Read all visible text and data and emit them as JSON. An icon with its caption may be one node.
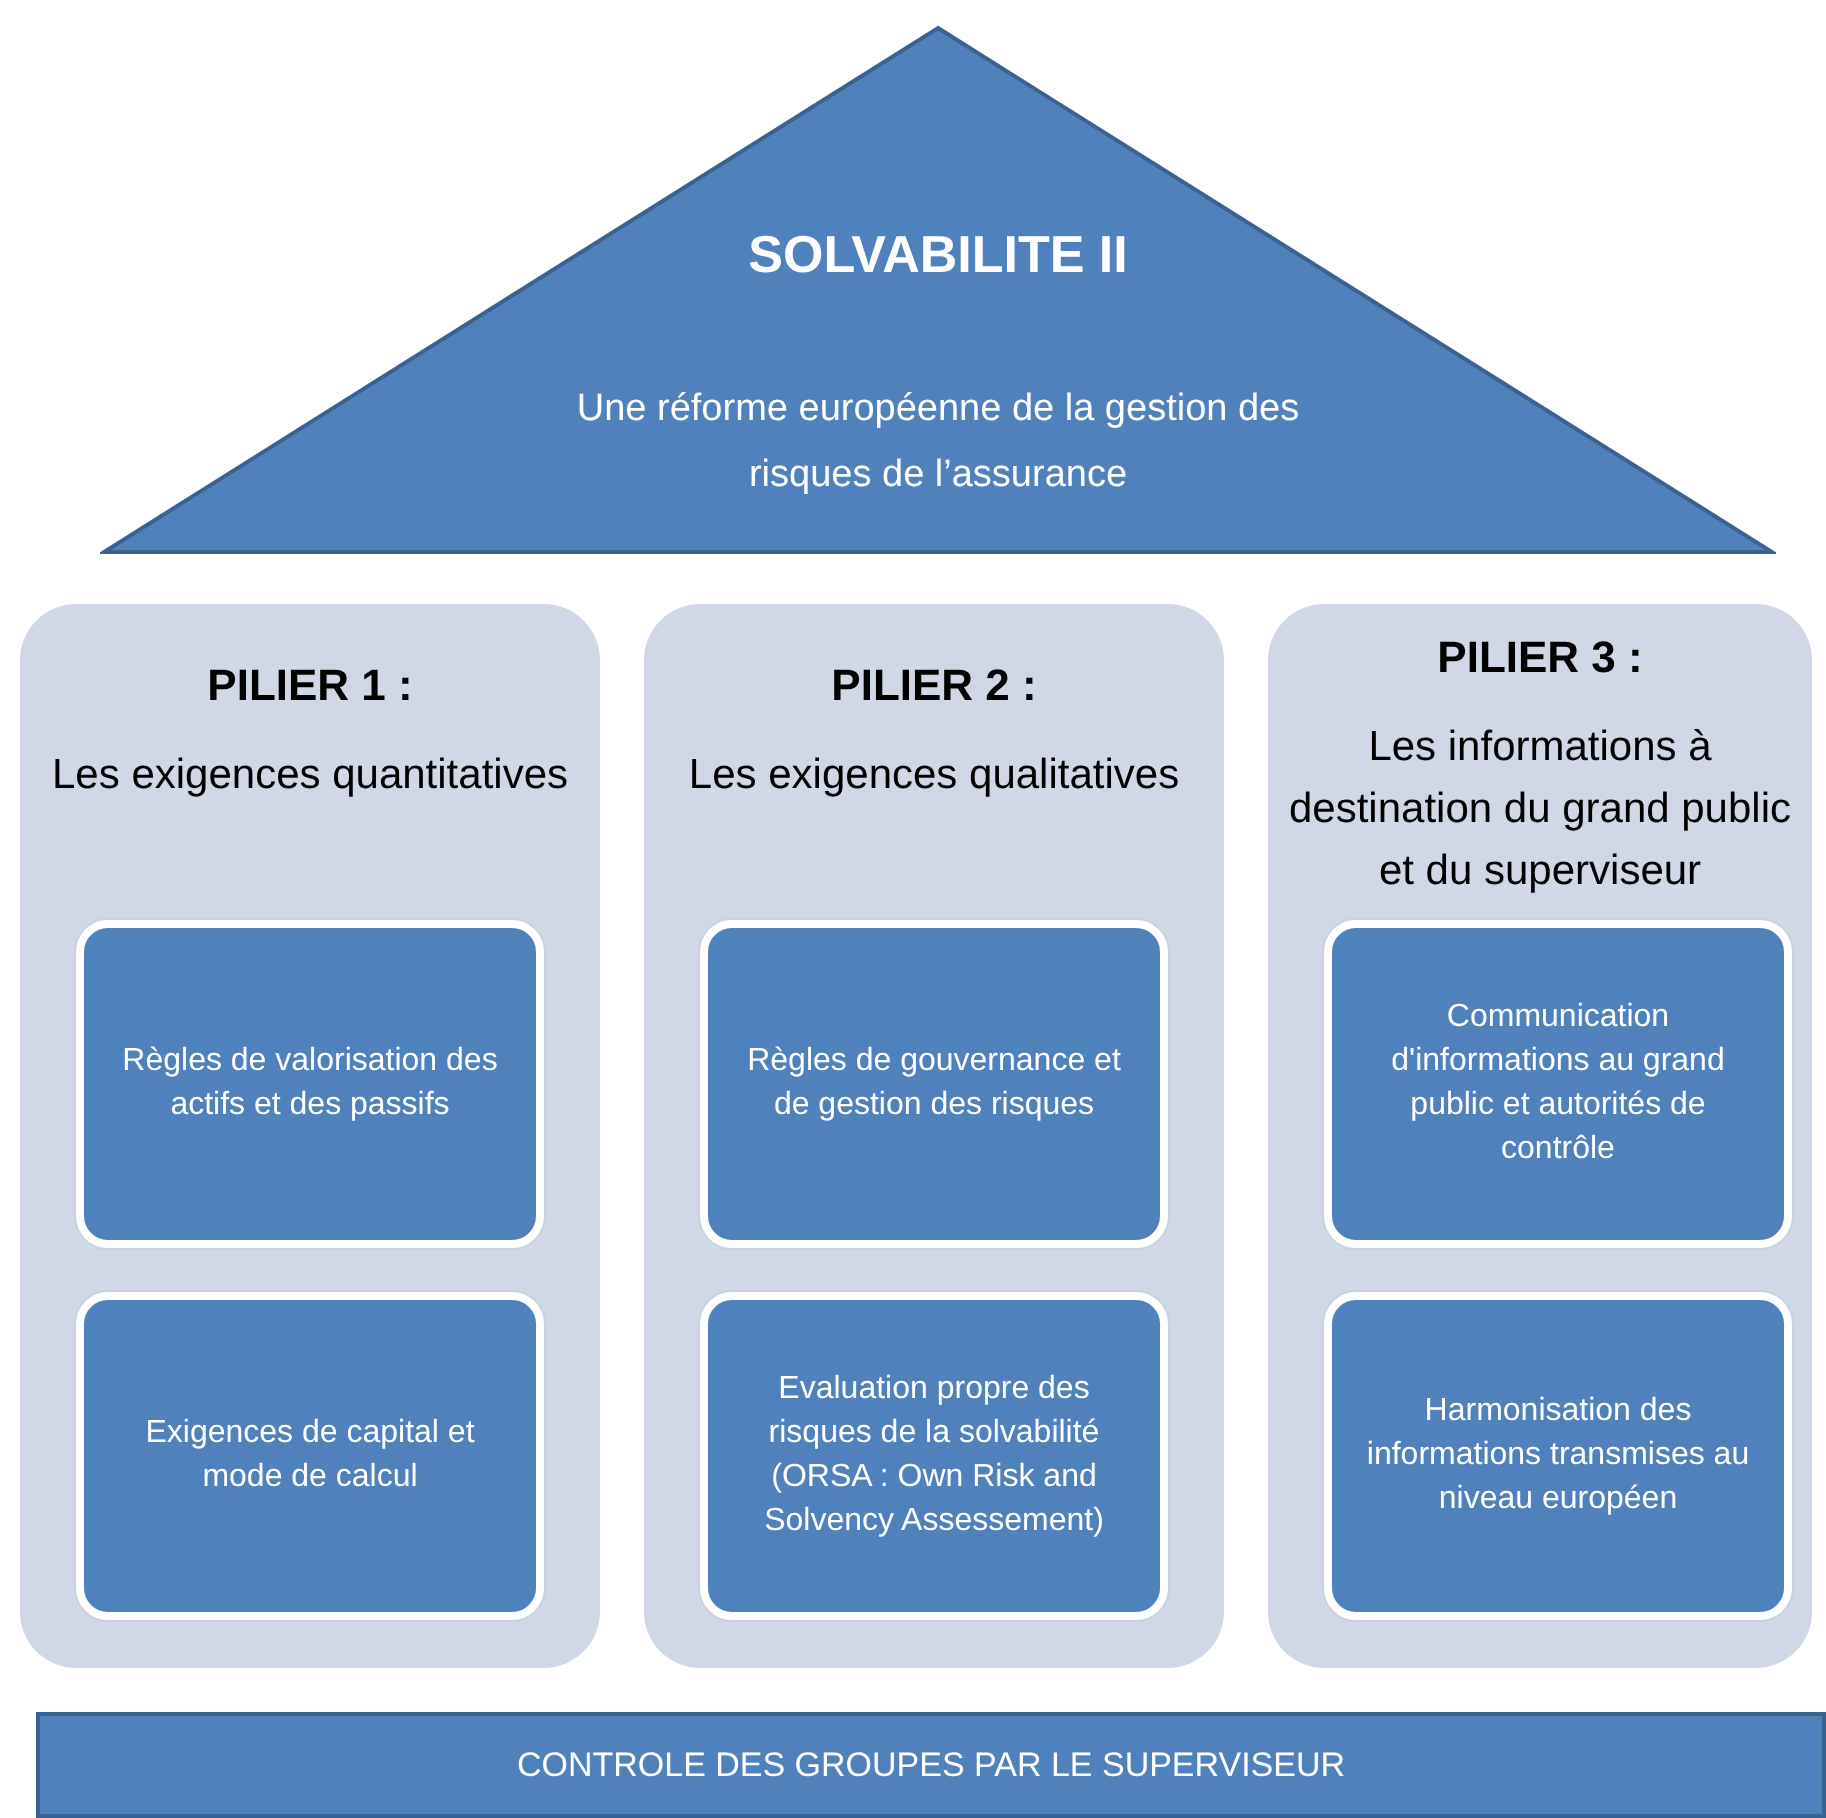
{
  "diagram": {
    "nodes": [
      {
        "text": [
          "SOLVABILITE II",
          "Une réforme européenne de la gestion des risques de l’assurance"
        ]
      },
      {
        "text": [
          "PILIER 1 :",
          "Les exigences quantitatives"
        ]
      },
      {
        "text": [
          "Règles de valorisation des actifs et des passifs"
        ],
        "in": 1
      },
      {
        "text": [
          "Exigences de capital et mode de calcul"
        ],
        "in": 1
      },
      {
        "text": [
          "PILIER 2 :",
          "Les exigences qualitatives"
        ]
      },
      {
        "text": [
          "Règles de gouvernance et de gestion des risques"
        ],
        "in": 4
      },
      {
        "text": [
          "Evaluation propre des risques de la solvabilité (ORSA : Own Risk and Solvency Assessement)"
        ],
        "in": 4
      },
      {
        "text": [
          "PILIER 3 :",
          "Les informations à destination du grand public et du superviseur"
        ]
      },
      {
        "text": [
          "Communication d'informations au grand public et autorités de contrôle"
        ],
        "in": 7
      },
      {
        "text": [
          "Harmonisation des informations transmises au niveau européen"
        ],
        "in": 7
      },
      {
        "text": [
          "CONTROLE DES GROUPES PAR LE SUPERVISEUR"
        ]
      }
    ]
  }
}
